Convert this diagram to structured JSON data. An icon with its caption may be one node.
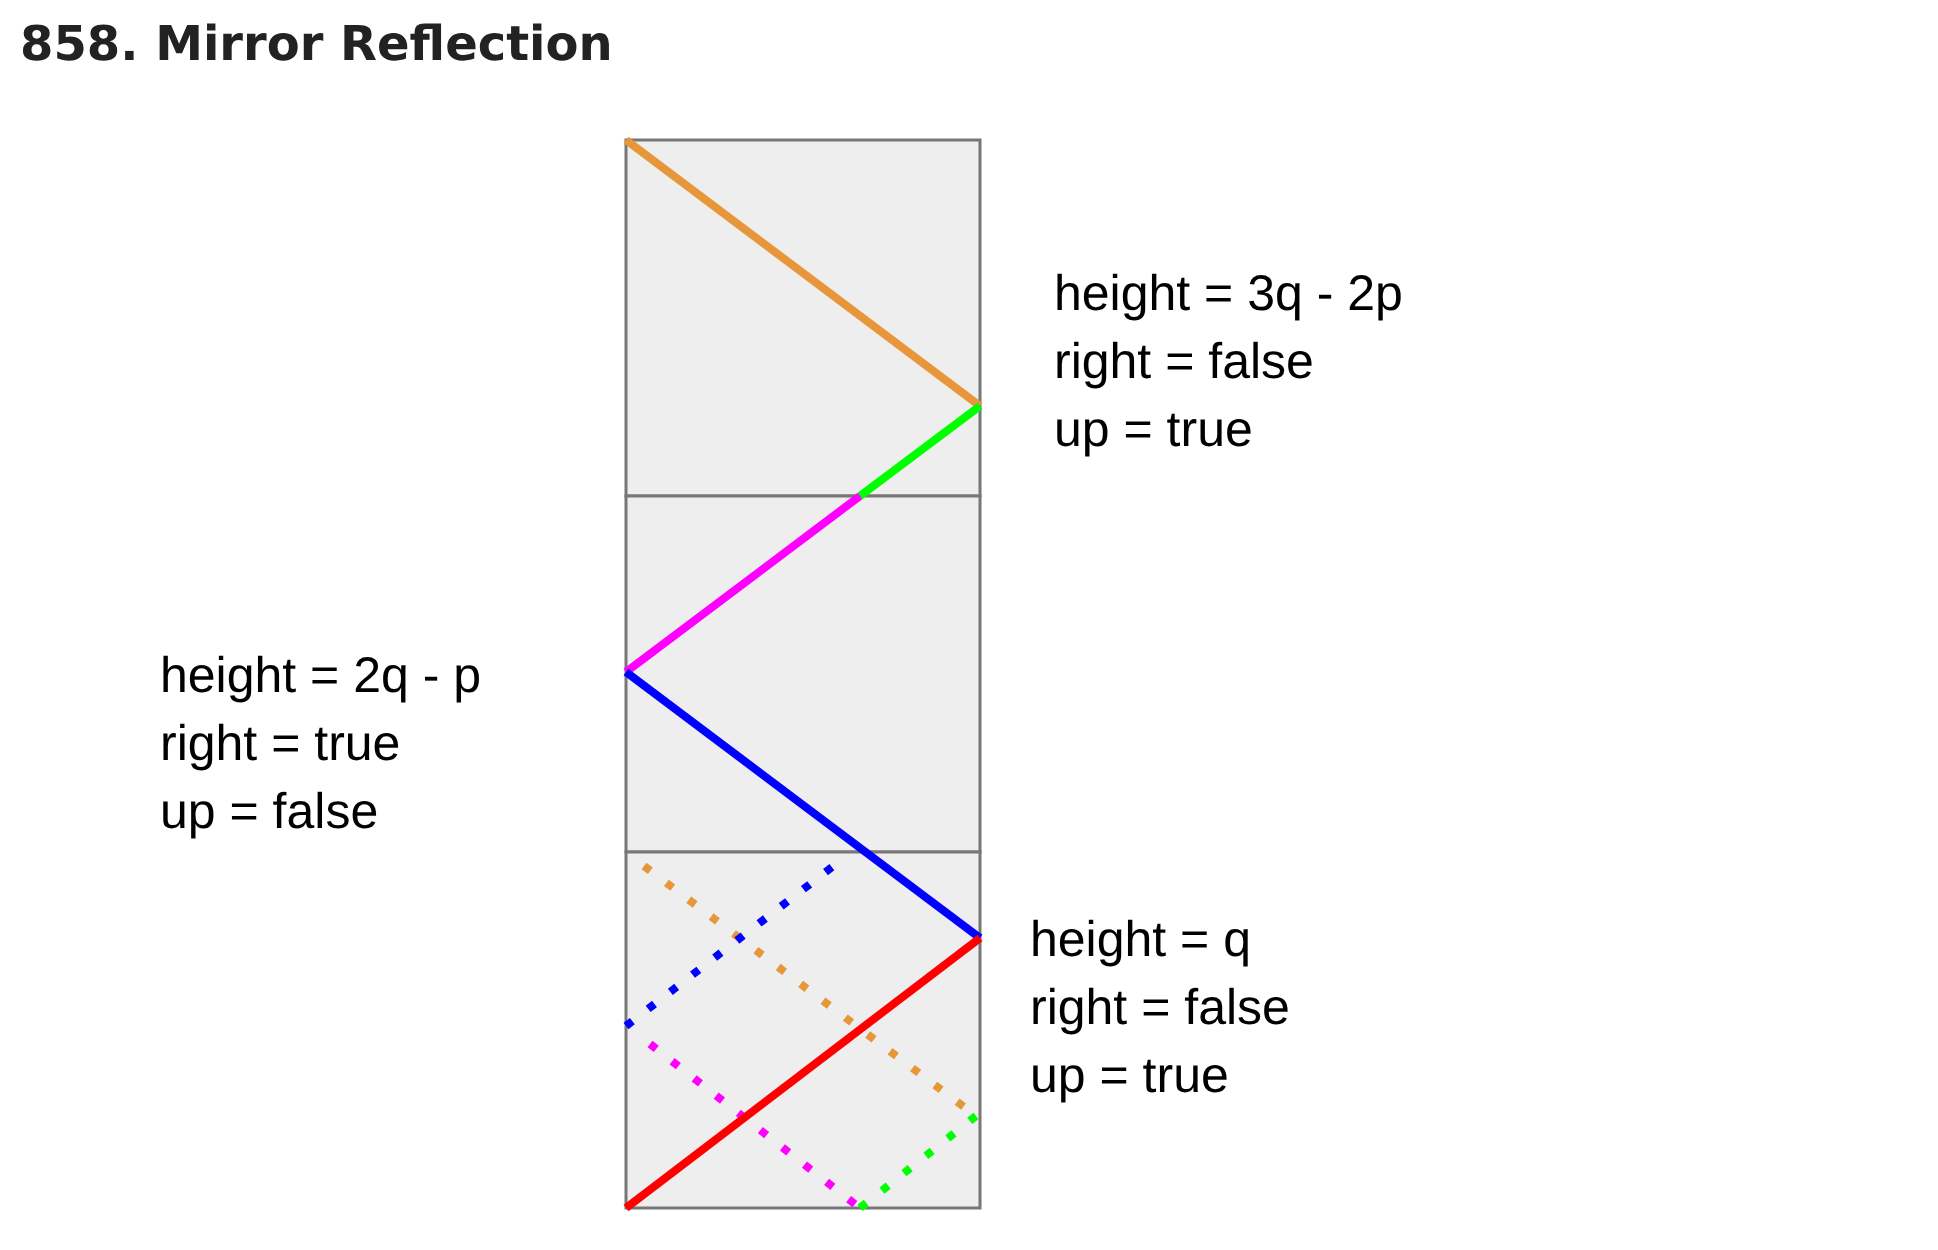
{
  "diagram": {
    "title": "858. Mirror Reflection",
    "labels": [
      "height = 3q - 2p",
      "right = false",
      "up = true",
      "height = 2q - p",
      "right = true",
      "up = false",
      "height = q",
      "right = false",
      "up = true"
    ]
  }
}
